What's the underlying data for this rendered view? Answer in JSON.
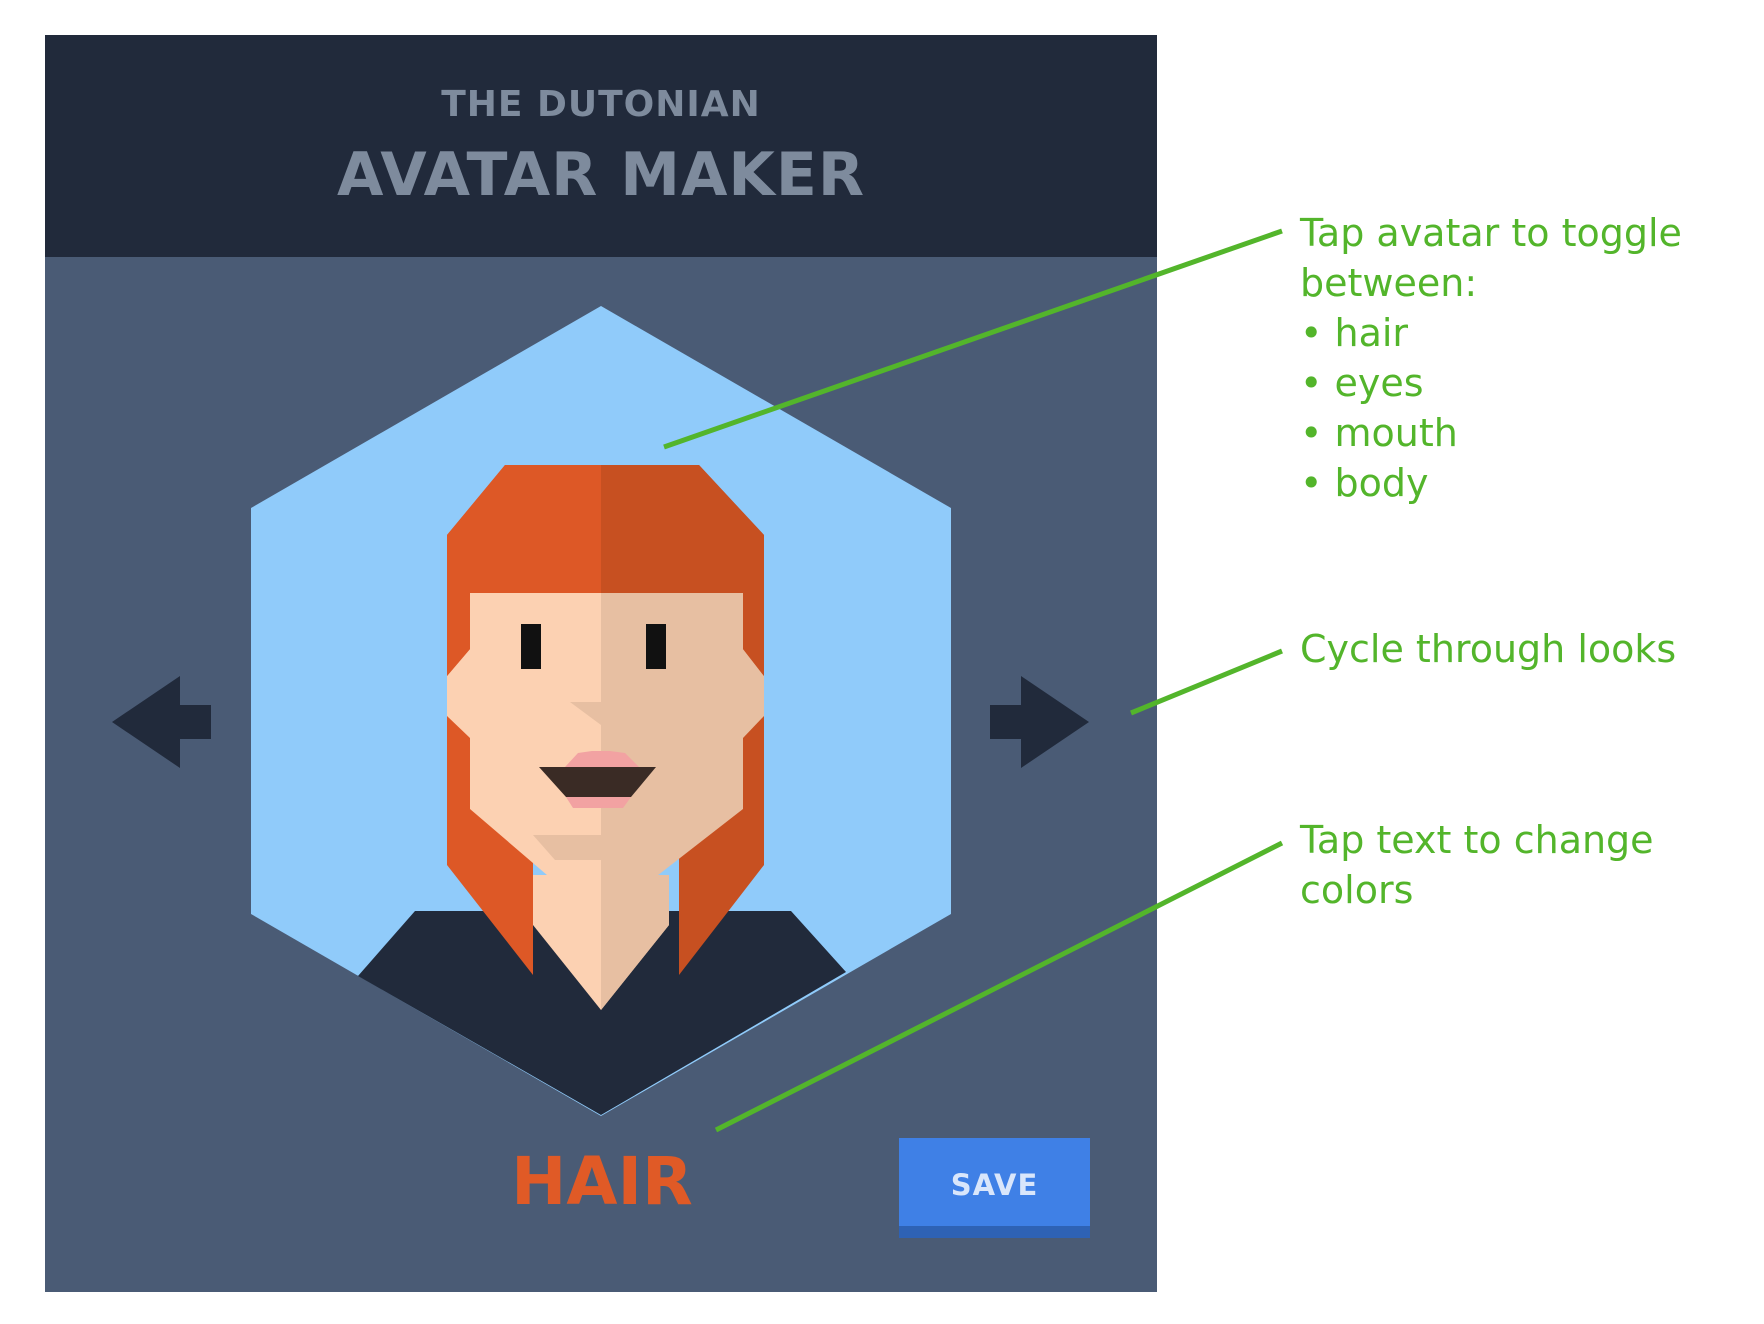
{
  "header": {
    "subtitle": "THE DUTONIAN",
    "title": "AVATAR MAKER"
  },
  "editor": {
    "feature_label": "HAIR",
    "save_label": "SAVE",
    "prev_icon": "arrow-left-icon",
    "next_icon": "arrow-right-icon"
  },
  "colors": {
    "header_bg": "#212a3b",
    "panel_bg": "#4a5b75",
    "hexagon": "#90cbfa",
    "hair_light": "#dd5826",
    "hair_dark": "#c75021",
    "skin_light": "#fcd1b2",
    "skin_dark": "#e7bfa2",
    "shirt": "#212a3b",
    "save_button": "#3f80e6",
    "feature_label": "#e05a26",
    "annotation": "#53b52b"
  },
  "annotations": {
    "toggle": {
      "heading": "Tap avatar to toggle between:",
      "items": [
        "hair",
        "eyes",
        "mouth",
        "body"
      ]
    },
    "cycle": {
      "text": "Cycle through looks"
    },
    "colors": {
      "text": "Tap text to change colors"
    }
  }
}
